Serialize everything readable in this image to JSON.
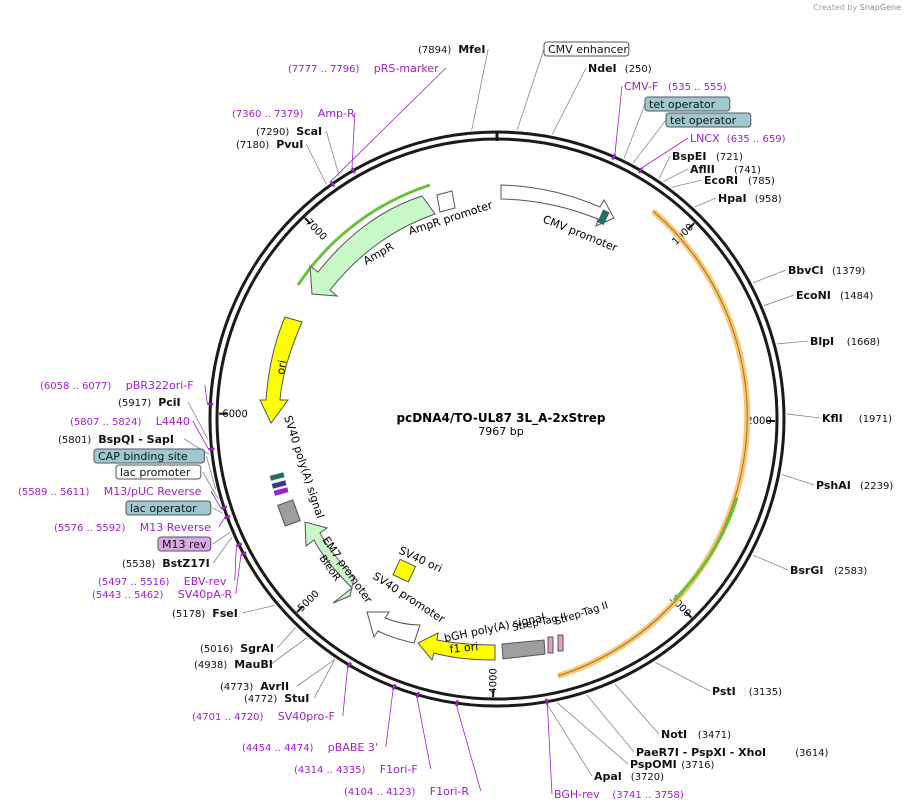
{
  "credit": {
    "created_by": "Created by",
    "app": "SnapGene"
  },
  "plasmid": {
    "name": "pcDNA4/TO-UL87 3L_A-2xStrep",
    "size": "7967 bp"
  },
  "colors": {
    "backbone": "#1a1a1a",
    "primer": "#a020c8",
    "promoter": "#ffffff",
    "marker": "#c8f7c8",
    "ori": "#ffff00",
    "feature_box": "#9ec9d1",
    "orf_orange": "#f7c77a",
    "green_arrow": "#68c23a",
    "grey": "#9e9e9e"
  },
  "ticks": [
    "1000",
    "2000",
    "3000",
    "4000",
    "5000",
    "6000",
    "7000"
  ],
  "features": {
    "cmv_promoter": "CMV promoter",
    "ampr_promoter": "AmpR promoter",
    "ampr": "AmpR",
    "ori": "ori",
    "sv40_polya": "SV40 poly(A) signal",
    "em7": "EM7 promoter",
    "bleor": "BleoR",
    "sv40_promoter": "SV40 promoter",
    "sv40_ori": "SV40 ori",
    "f1_ori": "f1 ori",
    "bgh": "bGH poly(A) signal",
    "strep1": "Strep-Tag II",
    "strep2": "Strep-Tag II"
  },
  "labels": [
    {
      "id": "MfeI",
      "name": "MfeI",
      "pos": "(7894)",
      "kind": "site"
    },
    {
      "id": "CMVenh",
      "name": "CMV enhancer",
      "pos": "",
      "kind": "box-white"
    },
    {
      "id": "NdeI",
      "name": "NdeI",
      "pos": "(250)",
      "kind": "site"
    },
    {
      "id": "pRS",
      "name": "pRS-marker",
      "pos": "(7777 .. 7796)",
      "kind": "primer"
    },
    {
      "id": "CMVF",
      "name": "CMV-F",
      "pos": "(535 .. 555)",
      "kind": "primer"
    },
    {
      "id": "tet1",
      "name": "tet operator",
      "pos": "",
      "kind": "box-blue"
    },
    {
      "id": "tet2",
      "name": "tet operator",
      "pos": "",
      "kind": "box-blue"
    },
    {
      "id": "AmpR_p",
      "name": "Amp-R",
      "pos": "(7360 .. 7379)",
      "kind": "primer"
    },
    {
      "id": "LNCX",
      "name": "LNCX",
      "pos": "(635 .. 659)",
      "kind": "primer"
    },
    {
      "id": "ScaI",
      "name": "ScaI",
      "pos": "(7290)",
      "kind": "site"
    },
    {
      "id": "PvuI",
      "name": "PvuI",
      "pos": "(7180)",
      "kind": "site"
    },
    {
      "id": "BspEI",
      "name": "BspEI",
      "pos": "(721)",
      "kind": "site"
    },
    {
      "id": "AflII",
      "name": "AflII",
      "pos": "(741)",
      "kind": "site"
    },
    {
      "id": "EcoRI",
      "name": "EcoRI",
      "pos": "(785)",
      "kind": "site"
    },
    {
      "id": "HpaI",
      "name": "HpaI",
      "pos": "(958)",
      "kind": "site"
    },
    {
      "id": "BbvCI",
      "name": "BbvCI",
      "pos": "(1379)",
      "kind": "site"
    },
    {
      "id": "EcoNI",
      "name": "EcoNI",
      "pos": "(1484)",
      "kind": "site"
    },
    {
      "id": "BlpI",
      "name": "BlpI",
      "pos": "(1668)",
      "kind": "site"
    },
    {
      "id": "KflI",
      "name": "KflI",
      "pos": "(1971)",
      "kind": "site"
    },
    {
      "id": "PshAI",
      "name": "PshAI",
      "pos": "(2239)",
      "kind": "site"
    },
    {
      "id": "BsrGI",
      "name": "BsrGI",
      "pos": "(2583)",
      "kind": "site"
    },
    {
      "id": "PstI",
      "name": "PstI",
      "pos": "(3135)",
      "kind": "site"
    },
    {
      "id": "NotI",
      "name": "NotI",
      "pos": "(3471)",
      "kind": "site"
    },
    {
      "id": "PaeR7I",
      "name": "PaeR7I - PspXI - XhoI",
      "pos": "(3614)",
      "kind": "site"
    },
    {
      "id": "PspOMI",
      "name": "PspOMI",
      "pos": "(3716)",
      "kind": "site"
    },
    {
      "id": "ApaI",
      "name": "ApaI",
      "pos": "(3720)",
      "kind": "site"
    },
    {
      "id": "BGHrev",
      "name": "BGH-rev",
      "pos": "(3741 .. 3758)",
      "kind": "primer"
    },
    {
      "id": "F1oriR",
      "name": "F1ori-R",
      "pos": "(4104 .. 4123)",
      "kind": "primer"
    },
    {
      "id": "F1oriF",
      "name": "F1ori-F",
      "pos": "(4314 .. 4335)",
      "kind": "primer"
    },
    {
      "id": "pBABE",
      "name": "pBABE 3'",
      "pos": "(4454 .. 4474)",
      "kind": "primer"
    },
    {
      "id": "SV40proF",
      "name": "SV40pro-F",
      "pos": "(4701 .. 4720)",
      "kind": "primer"
    },
    {
      "id": "StuI",
      "name": "StuI",
      "pos": "(4772)",
      "kind": "site"
    },
    {
      "id": "AvrII",
      "name": "AvrII",
      "pos": "(4773)",
      "kind": "site"
    },
    {
      "id": "MauBI",
      "name": "MauBI",
      "pos": "(4938)",
      "kind": "site"
    },
    {
      "id": "SgrAI",
      "name": "SgrAI",
      "pos": "(5016)",
      "kind": "site"
    },
    {
      "id": "FseI",
      "name": "FseI",
      "pos": "(5178)",
      "kind": "site"
    },
    {
      "id": "SV40pAR",
      "name": "SV40pA-R",
      "pos": "(5443 .. 5462)",
      "kind": "primer"
    },
    {
      "id": "EBVrev",
      "name": "EBV-rev",
      "pos": "(5497 .. 5516)",
      "kind": "primer"
    },
    {
      "id": "BstZ17I",
      "name": "BstZ17I",
      "pos": "(5538)",
      "kind": "site"
    },
    {
      "id": "M13rev",
      "name": "M13 rev",
      "pos": "",
      "kind": "box-pink"
    },
    {
      "id": "M13Reverse",
      "name": "M13 Reverse",
      "pos": "(5576 .. 5592)",
      "kind": "primer"
    },
    {
      "id": "lacop",
      "name": "lac operator",
      "pos": "",
      "kind": "box-blue"
    },
    {
      "id": "M13pUC",
      "name": "M13/pUC Reverse",
      "pos": "(5589 .. 5611)",
      "kind": "primer"
    },
    {
      "id": "lacprom",
      "name": "lac promoter",
      "pos": "",
      "kind": "box-white"
    },
    {
      "id": "CAP",
      "name": "CAP binding site",
      "pos": "",
      "kind": "box-blue"
    },
    {
      "id": "BspQI",
      "name": "BspQI - SapI",
      "pos": "(5801)",
      "kind": "site"
    },
    {
      "id": "L4440",
      "name": "L4440",
      "pos": "(5807 .. 5824)",
      "kind": "primer"
    },
    {
      "id": "PciI",
      "name": "PciI",
      "pos": "(5917)",
      "kind": "site"
    },
    {
      "id": "pBR322",
      "name": "pBR322ori-F",
      "pos": "(6058 .. 6077)",
      "kind": "primer"
    }
  ]
}
